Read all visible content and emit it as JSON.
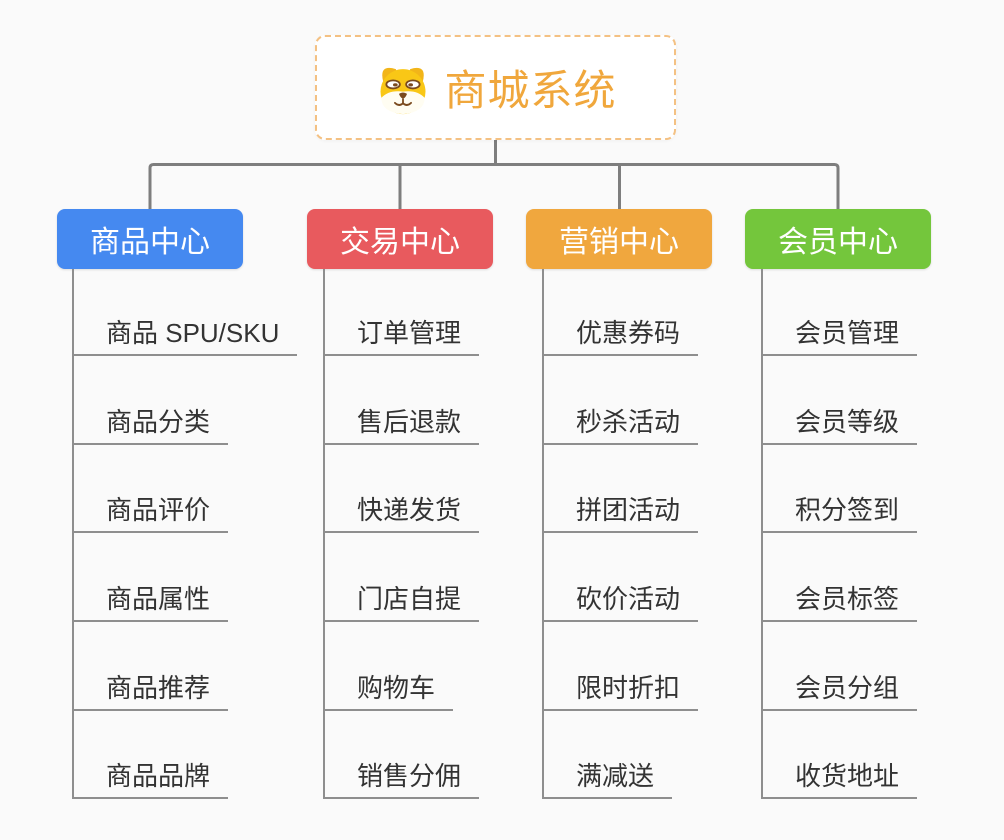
{
  "root": {
    "title": "商城系统"
  },
  "branches": [
    {
      "label": "商品中心",
      "color": "#4589F0",
      "children": [
        "商品 SPU/SKU",
        "商品分类",
        "商品评价",
        "商品属性",
        "商品推荐",
        "商品品牌"
      ]
    },
    {
      "label": "交易中心",
      "color": "#E85A5E",
      "children": [
        "订单管理",
        "售后退款",
        "快递发货",
        "门店自提",
        "购物车",
        "销售分佣"
      ]
    },
    {
      "label": "营销中心",
      "color": "#F0A73E",
      "children": [
        "优惠券码",
        "秒杀活动",
        "拼团活动",
        "砍价活动",
        "限时折扣",
        "满减送"
      ]
    },
    {
      "label": "会员中心",
      "color": "#74C63C",
      "children": [
        "会员管理",
        "会员等级",
        "积分签到",
        "会员标签",
        "会员分组",
        "收货地址"
      ]
    }
  ],
  "colors": {
    "background": "#FAFAFA",
    "connector": "#7E7E7E",
    "branch_line": "#8E8E8E",
    "child_text": "#333333",
    "root_text": "#F0A73C",
    "root_border": "#F4C183",
    "icon_gold": "#F9C716",
    "icon_brown": "#7A4A1E"
  }
}
